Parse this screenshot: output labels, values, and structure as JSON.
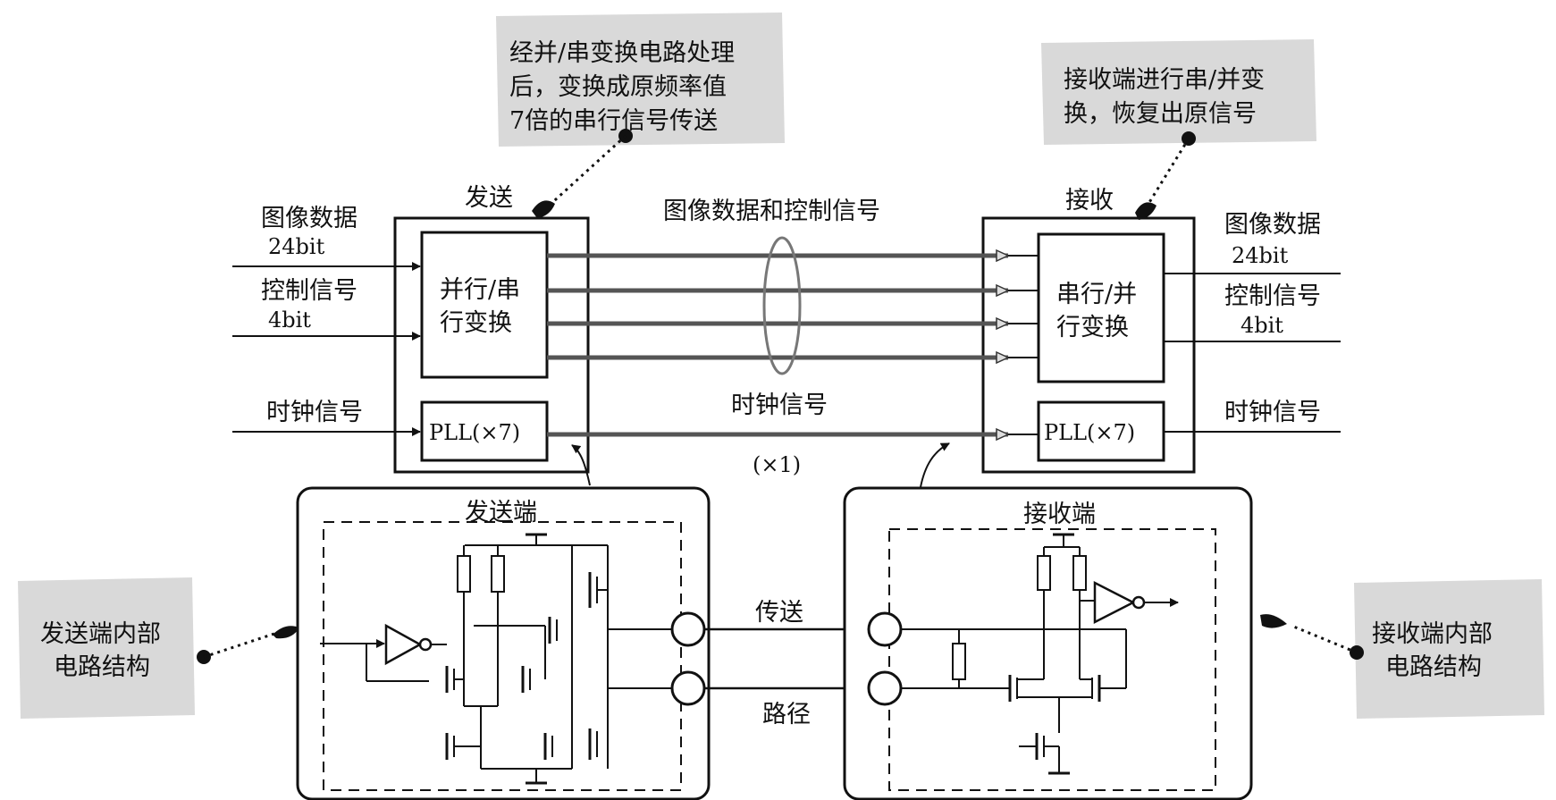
{
  "callouts": {
    "tx_convert": [
      "经并/串变换电路处理",
      "后，变换成原频率值",
      "7倍的串行信号传送"
    ],
    "rx_convert": [
      "接收端进行串/并变",
      "换，恢复出原信号"
    ],
    "tx_internal": [
      "发送端内部",
      "电路结构"
    ],
    "rx_internal": [
      "接收端内部",
      "电路结构"
    ]
  },
  "tx": {
    "title": "发送",
    "image_data": "图像数据",
    "image_bits": "24bit",
    "control": "控制信号",
    "control_bits": "4bit",
    "clock": "时钟信号",
    "converter": [
      "并行/串",
      "行变换"
    ],
    "pll": "PLL(×7)"
  },
  "rx": {
    "title": "接收",
    "image_data": "图像数据",
    "image_bits": "24bit",
    "control": "控制信号",
    "control_bits": "4bit",
    "clock": "时钟信号",
    "converter": [
      "串行/并",
      "行变换"
    ],
    "pll": "PLL(×7)"
  },
  "link": {
    "data_label": "图像数据和控制信号",
    "clock_label": "时钟信号",
    "clock_mult": "(×1)"
  },
  "circuit": {
    "tx_title": "发送端",
    "rx_title": "接收端",
    "path_top": "传送",
    "path_bottom": "路径"
  },
  "colors": {
    "callout_bg": "#d9d9d9",
    "line": "#111111",
    "bus": "#555555",
    "ellipse": "#777777"
  }
}
